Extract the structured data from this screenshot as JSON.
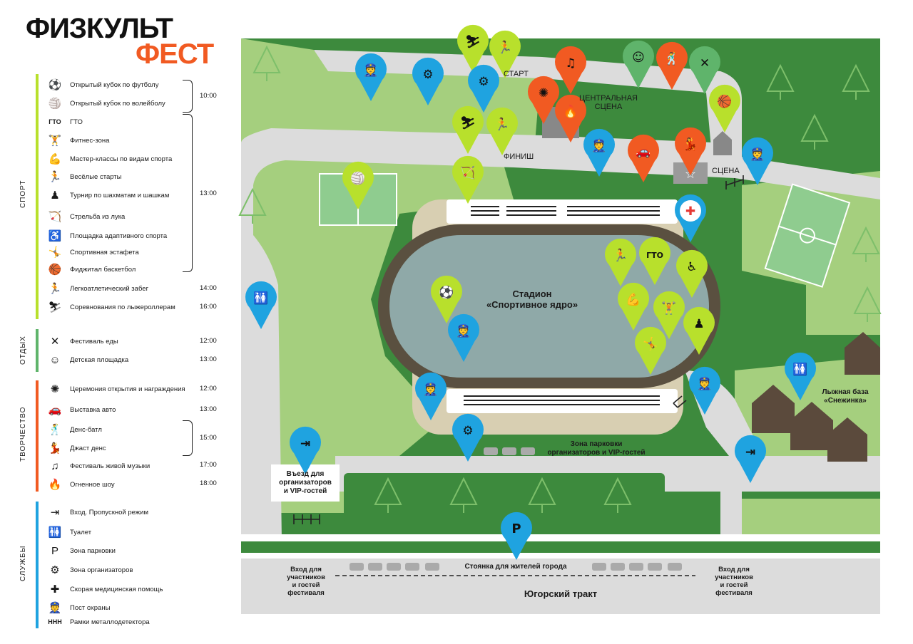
{
  "logo": {
    "line1": "ФИЗКУЛЬТ",
    "line2": "ФЕСТ"
  },
  "categories": [
    {
      "name": "СПОРТ",
      "color": "#b8e02c"
    },
    {
      "name": "ОТДЫХ",
      "color": "#5fb46b"
    },
    {
      "name": "ТВОРЧЕСТВО",
      "color": "#f15a22"
    },
    {
      "name": "СЛУЖБЫ",
      "color": "#1fa3e0"
    }
  ],
  "legend": {
    "sport": [
      {
        "icon": "football-icon",
        "glyph": "⚽",
        "label": "Открытый кубок по футболу"
      },
      {
        "icon": "volleyball-icon",
        "glyph": "🏐",
        "label": "Открытый кубок по волейболу"
      },
      {
        "icon": "gto-icon",
        "glyph": "ГТО",
        "label": "ГТО"
      },
      {
        "icon": "dumbbell-icon",
        "glyph": "🏋",
        "label": "Фитнес-зона"
      },
      {
        "icon": "muscle-icon",
        "glyph": "💪",
        "label": "Мастер-классы по видам спорта"
      },
      {
        "icon": "runner-icon",
        "glyph": "🏃",
        "label": "Весёлые старты"
      },
      {
        "icon": "chess-icon",
        "glyph": "♟",
        "label": "Турнир по шахматам и шашкам"
      },
      {
        "icon": "archer-icon",
        "glyph": "🏹",
        "label": "Стрельба из лука"
      },
      {
        "icon": "wheelchair-icon",
        "glyph": "♿",
        "label": "Площадка адаптивного спорта"
      },
      {
        "icon": "relay-icon",
        "glyph": "🤸",
        "label": "Спортивная эстафета"
      },
      {
        "icon": "basketball-icon",
        "glyph": "🏀",
        "label": "Фиджитал баскетбол"
      },
      {
        "icon": "sprinter-icon",
        "glyph": "🏃",
        "label": "Легкоатлетический забег"
      },
      {
        "icon": "skier-icon",
        "glyph": "⛷",
        "label": "Соревнования по лыжероллерам"
      }
    ],
    "rest": [
      {
        "icon": "fork-knife-icon",
        "glyph": "✕",
        "label": "Фестиваль еды"
      },
      {
        "icon": "baby-icon",
        "glyph": "☺",
        "label": "Детская площадка"
      }
    ],
    "creative": [
      {
        "icon": "fireworks-icon",
        "glyph": "✺",
        "label": "Церемония открытия и награждения"
      },
      {
        "icon": "car-icon",
        "glyph": "🚗",
        "label": "Выставка авто"
      },
      {
        "icon": "dance-battle-icon",
        "glyph": "🕺",
        "label": "Денс-батл"
      },
      {
        "icon": "jazz-dance-icon",
        "glyph": "💃",
        "label": "Джаст денс"
      },
      {
        "icon": "music-icon",
        "glyph": "♫",
        "label": "Фестиваль живой музыки"
      },
      {
        "icon": "fire-icon",
        "glyph": "🔥",
        "label": "Огненное шоу"
      }
    ],
    "services": [
      {
        "icon": "entrance-icon",
        "glyph": "⇥",
        "label": "Вход. Пропускной режим"
      },
      {
        "icon": "toilet-icon",
        "glyph": "🚻",
        "label": "Туалет"
      },
      {
        "icon": "parking-icon",
        "glyph": "P",
        "label": "Зона парковки"
      },
      {
        "icon": "organizers-icon",
        "glyph": "⚙",
        "label": "Зона организаторов"
      },
      {
        "icon": "medical-icon",
        "glyph": "✚",
        "label": "Скорая медицинская помощь"
      },
      {
        "icon": "guard-icon",
        "glyph": "👮",
        "label": "Пост охраны"
      },
      {
        "icon": "metal-detector-icon",
        "glyph": "ННН",
        "label": "Рамки металлодетектора"
      }
    ],
    "times": [
      "10:00",
      "13:00",
      "14:00",
      "16:00",
      "12:00",
      "13:00",
      "12:00",
      "13:00",
      "15:00",
      "17:00",
      "18:00"
    ]
  },
  "map_labels": {
    "start": "СТАРТ",
    "finish": "ФИНИШ",
    "central_stage": "ЦЕНТРАЛЬНАЯ\nСЦЕНА",
    "stage": "СЦЕНА",
    "stadium": "Стадион\n«Спортивное ядро»",
    "ski_base": "Лыжная база\n«Снежинка»",
    "vip_parking": "Зона парковки\nорганизаторов и VIP-гостей",
    "vip_entrance": "Въезд для\nорганизаторов\nи VIP-гостей",
    "city_parking": "Стоянка для жителей города",
    "entrance_left": "Вход для\nучастников\nи гостей\nфестиваля",
    "entrance_right": "Вход для\nучастников\nи гостей\nфестиваля",
    "road": "Югорский тракт"
  }
}
